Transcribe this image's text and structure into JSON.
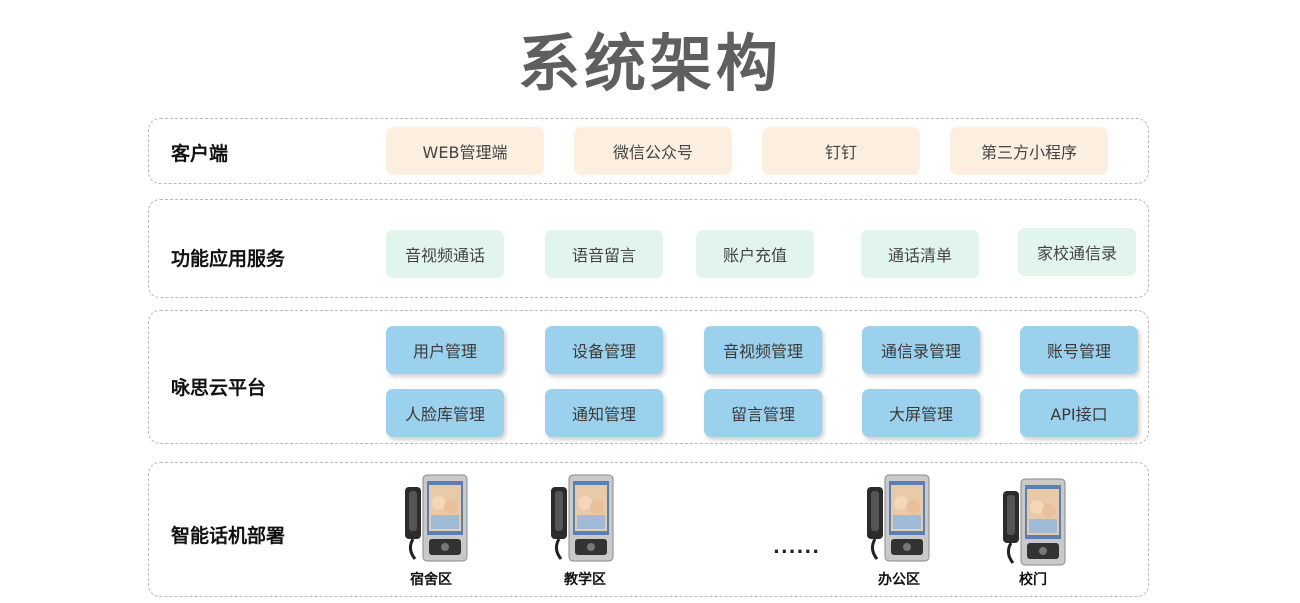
{
  "title": "系统架构",
  "layers": {
    "client": {
      "label": "客户端",
      "items": [
        "WEB管理端",
        "微信公众号",
        "钉钉",
        "第三方小程序"
      ]
    },
    "function": {
      "label": "功能应用服务",
      "items": [
        "音视频通话",
        "语音留言",
        "账户充值",
        "通话清单",
        "家校通信录"
      ]
    },
    "cloud": {
      "label": "咏思云平台",
      "row1": [
        "用户管理",
        "设备管理",
        "音视频管理",
        "通信录管理",
        "账号管理"
      ],
      "row2": [
        "人脸库管理",
        "通知管理",
        "留言管理",
        "大屏管理",
        "API接口"
      ]
    },
    "deploy": {
      "label": "智能话机部署",
      "locations": [
        "宿舍区",
        "教学区",
        "办公区",
        "校门"
      ],
      "ellipsis": "......"
    }
  },
  "colors": {
    "client_chip": "#fdefdf",
    "function_chip": "#e1f5ec",
    "cloud_chip": "#9cd1ee",
    "title": "#5f5f5f"
  }
}
